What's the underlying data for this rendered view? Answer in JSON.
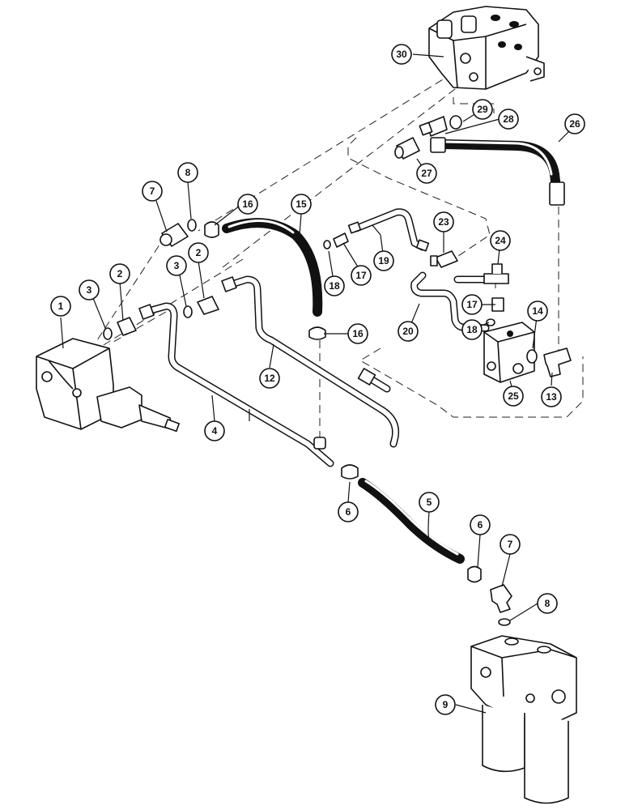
{
  "callouts": [
    {
      "id": "c1",
      "label": "1"
    },
    {
      "id": "c2a",
      "label": "2"
    },
    {
      "id": "c2b",
      "label": "2"
    },
    {
      "id": "c3a",
      "label": "3"
    },
    {
      "id": "c3b",
      "label": "3"
    },
    {
      "id": "c4",
      "label": "4"
    },
    {
      "id": "c5",
      "label": "5"
    },
    {
      "id": "c6a",
      "label": "6"
    },
    {
      "id": "c6b",
      "label": "6"
    },
    {
      "id": "c7a",
      "label": "7"
    },
    {
      "id": "c7b",
      "label": "7"
    },
    {
      "id": "c8a",
      "label": "8"
    },
    {
      "id": "c8b",
      "label": "8"
    },
    {
      "id": "c9",
      "label": "9"
    },
    {
      "id": "c12",
      "label": "12"
    },
    {
      "id": "c13",
      "label": "13"
    },
    {
      "id": "c14",
      "label": "14"
    },
    {
      "id": "c15",
      "label": "15"
    },
    {
      "id": "c16a",
      "label": "16"
    },
    {
      "id": "c16b",
      "label": "16"
    },
    {
      "id": "c17a",
      "label": "17"
    },
    {
      "id": "c17b",
      "label": "17"
    },
    {
      "id": "c18a",
      "label": "18"
    },
    {
      "id": "c18b",
      "label": "18"
    },
    {
      "id": "c19",
      "label": "19"
    },
    {
      "id": "c20",
      "label": "20"
    },
    {
      "id": "c23",
      "label": "23"
    },
    {
      "id": "c24",
      "label": "24"
    },
    {
      "id": "c25",
      "label": "25"
    },
    {
      "id": "c26",
      "label": "26"
    },
    {
      "id": "c27",
      "label": "27"
    },
    {
      "id": "c28",
      "label": "28"
    },
    {
      "id": "c29",
      "label": "29"
    },
    {
      "id": "c30",
      "label": "30"
    }
  ]
}
